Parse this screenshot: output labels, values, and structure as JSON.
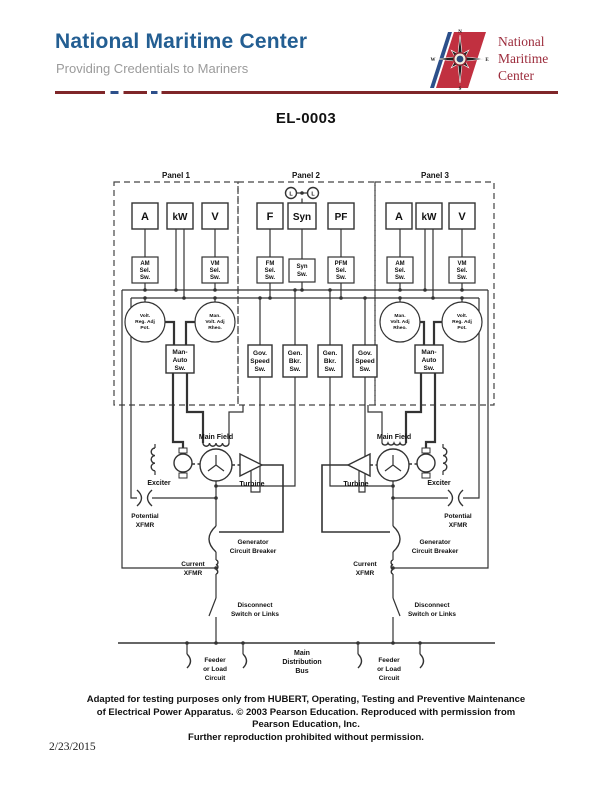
{
  "header": {
    "org_name": "National Maritime Center",
    "tagline": "Providing Credentials to Mariners",
    "logo_text": [
      "National",
      "Maritime",
      "Center"
    ],
    "compass": {
      "n": "N",
      "e": "E",
      "s": "S",
      "w": "W"
    }
  },
  "title": "EL-0003",
  "footer": {
    "lines": [
      "Adapted for testing purposes only from HUBERT, Operating, Testing and Preventive Maintenance",
      "of Electrical Power Apparatus.  © 2003 Pearson Education. Reproduced with permission from",
      "Pearson Education, Inc.",
      "Further reproduction prohibited without permission."
    ],
    "date": "2/23/2015"
  },
  "colors": {
    "heading_blue": "#235e92",
    "rule_maroon": "#7f2629",
    "rule_blue": "#2c4f8a",
    "logo_red": "#c13040",
    "diagram_line": "#333333"
  },
  "diagram": {
    "panel_labels": [
      "Panel 1",
      "Panel 2",
      "Panel 3"
    ],
    "meters": {
      "ammeter": "A",
      "wattmeter": "kW",
      "voltmeter": "V",
      "frequency": "F",
      "synchroscope": "Syn",
      "power_factor": "PF"
    },
    "lamp": "L",
    "selectors": {
      "am": [
        "AM",
        "Sel.",
        "Sw."
      ],
      "vm": [
        "VM",
        "Sel.",
        "Sw."
      ],
      "fm": [
        "FM",
        "Sel.",
        "Sw."
      ],
      "pfm": [
        "PFM",
        "Sel.",
        "Sw."
      ],
      "syn": [
        "Syn",
        "Sw."
      ]
    },
    "controls": {
      "volt_reg_pot": [
        "Volt.",
        "Reg. Adj",
        "Pot."
      ],
      "man_volt_rheo": [
        "Man.",
        "Volt. Adj",
        "Rheo."
      ],
      "man_auto_sw": [
        "Man-",
        "Auto",
        "Sw."
      ],
      "gov_speed_sw": [
        "Gov.",
        "Speed",
        "Sw."
      ],
      "gen_bkr_sw": [
        "Gen.",
        "Bkr.",
        "Sw."
      ]
    },
    "machine": {
      "main_field": "Main Field",
      "turbine": "Turbine",
      "exciter": "Exciter"
    },
    "power": {
      "potential_xfmr": [
        "Potential",
        "XFMR"
      ],
      "gen_breaker": [
        "Generator",
        "Circuit Breaker"
      ],
      "current_xfmr": [
        "Current",
        "XFMR"
      ],
      "disconnect": [
        "Disconnect",
        "Switch or Links"
      ],
      "main_bus": [
        "Main",
        "Distribution",
        "Bus"
      ],
      "feeder": [
        "Feeder",
        "or Load",
        "Circuit"
      ]
    }
  }
}
